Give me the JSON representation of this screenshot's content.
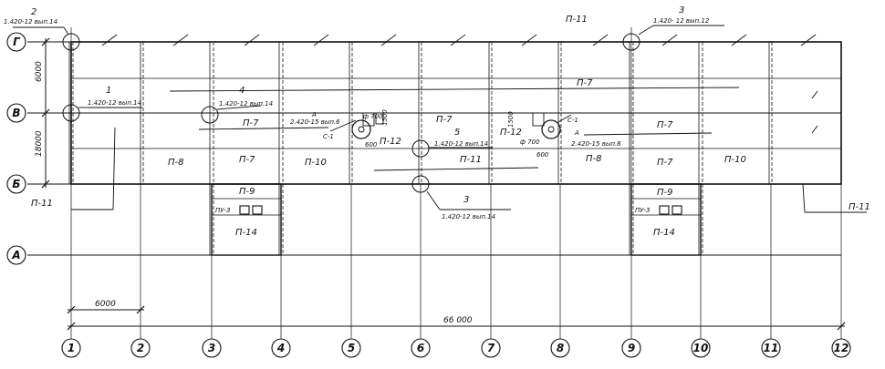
{
  "axes": {
    "columns": [
      "1",
      "2",
      "3",
      "4",
      "5",
      "6",
      "7",
      "8",
      "9",
      "10",
      "11",
      "12"
    ],
    "rows": [
      "Г",
      "В",
      "Б",
      "А"
    ]
  },
  "dimensions": {
    "span_6000": "6000",
    "total_66000": "66 000",
    "row_6000": "6000",
    "row_18000": "18000"
  },
  "callouts": {
    "c2_num": "2",
    "c2_ref": "1.420-12 вып.14",
    "c3top_num": "3",
    "c3top_ref": "1.420- 12 вып.12",
    "c1_num": "1",
    "c1_ref": "1.420-12 вып.14",
    "c4_num": "4",
    "c4_ref": "1.420-12 вып.14",
    "c5_num": "5",
    "c5_ref": "1.420-12 вып.14",
    "c3bot_num": "3",
    "c3bot_ref": "1.420-12 вып.14",
    "a_left_num": "А",
    "a_left_ref": "2.420-15 вып.6",
    "a_right_num": "А",
    "a_right_ref": "2.420-15 вып.8"
  },
  "labels": {
    "p11_top": "П-11",
    "p11_mid": "П-11",
    "p11_left": "П-11",
    "p11_right": "П-11",
    "p7_row1": "П-7",
    "p7_a": "П-7",
    "p7_b": "П-7",
    "p7_c": "П-7",
    "p7_d": "П-7",
    "p7_e": "П-7",
    "p8_a": "П-8",
    "p8_b": "П-8",
    "p10_a": "П-10",
    "p10_b": "П-10",
    "p9_a": "П-9",
    "p9_b": "П-9",
    "p14_a": "П-14",
    "p14_b": "П-14",
    "pu3_a": "ПУ-3",
    "pu3_b": "ПУ-3",
    "p12_a": "П-12",
    "p12_b": "П-12",
    "c1_a": "С-1",
    "c1_b": "С-1",
    "d700_a": "ф 700",
    "d700_b": "ф 700",
    "n600_a": "600",
    "n600_b": "600",
    "n1500_a": "1500",
    "n1500_b": "1500"
  }
}
